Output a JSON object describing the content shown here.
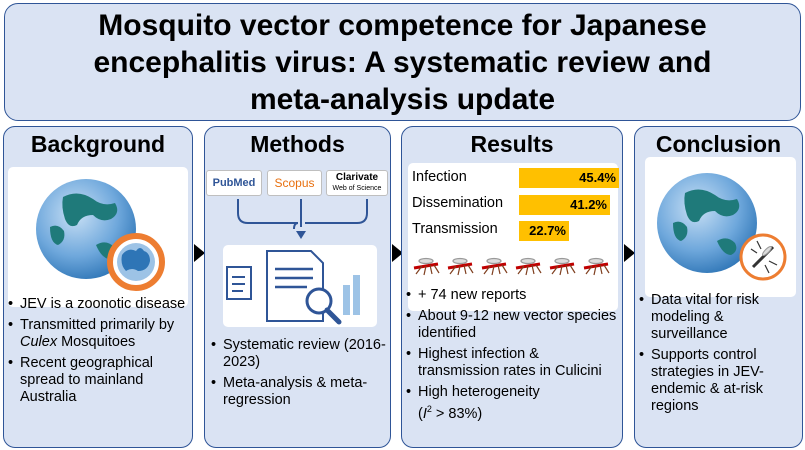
{
  "title": {
    "line1": "Mosquito vector competence for Japanese",
    "line2": "encephalitis virus: A systematic review and",
    "line3": "meta-analysis update"
  },
  "background": {
    "heading": "Background",
    "bullet1": "JEV is a zoonotic disease",
    "bullet2_pre": "Transmitted primarily by ",
    "bullet2_em": "Culex",
    "bullet2_post": " Mosquitoes",
    "bullet3": "Recent geographical spread to mainland Australia"
  },
  "methods": {
    "heading": "Methods",
    "db1": "PubMed",
    "db2": "Scopus",
    "db3_a": "Clarivate",
    "db3_b": "Web of Science",
    "bullet1": "Systematic review (2016-2023)",
    "bullet2": "Meta-analysis & meta-regression"
  },
  "results": {
    "heading": "Results",
    "bar_labels": [
      "Infection",
      "Dissemination",
      "Transmission"
    ],
    "bar_values": [
      "45.4%",
      "41.2%",
      "22.7%"
    ],
    "bullet1": "+ 74 new reports",
    "bullet2": "About 9-12 new vector species identified",
    "bullet3": "Highest infection & transmission rates in Culicini",
    "bullet4a": "High heterogeneity",
    "bullet4_i": "I",
    "bullet4_sup": "2",
    "bullet4_post": " > 83%)"
  },
  "conclusion": {
    "heading": "Conclusion",
    "bullet1": "Data vital for risk modeling & surveillance",
    "bullet2": "Supports control strategies in JEV-endemic & at-risk regions"
  },
  "chart_data": {
    "type": "bar",
    "categories": [
      "Infection",
      "Dissemination",
      "Transmission"
    ],
    "values": [
      45.4,
      41.2,
      22.7
    ],
    "ylim": [
      0,
      50
    ]
  },
  "colors": {
    "panel_fill": "#dae3f3",
    "panel_border": "#2f5597",
    "bar": "#ffc000",
    "globe_light": "#9dc3e6",
    "globe_dark": "#2e75b6",
    "land": "#1f7a7a",
    "ring": "#ed7d31"
  }
}
